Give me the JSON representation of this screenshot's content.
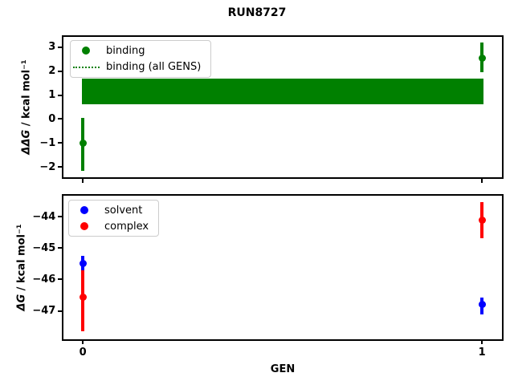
{
  "figure": {
    "title": "RUN8727",
    "xlabel": "GEN",
    "background": "#ffffff"
  },
  "chart_data": [
    {
      "type": "scatter",
      "panel": "top",
      "ylabel_math": "ΔΔG",
      "ylabel_units": " / kcal mol⁻¹",
      "xlim": [
        -0.05,
        1.05
      ],
      "ylim": [
        -2.45,
        3.46
      ],
      "grid": false,
      "x_ticks": [
        {
          "value": 0,
          "label": "0"
        },
        {
          "value": 1,
          "label": "1"
        }
      ],
      "show_x_tick_labels": false,
      "y_ticks": [
        {
          "value": 3,
          "label": "3"
        },
        {
          "value": 2,
          "label": "2"
        },
        {
          "value": 1,
          "label": "1"
        },
        {
          "value": 0,
          "label": "0"
        },
        {
          "value": -1,
          "label": "−1"
        },
        {
          "value": -2,
          "label": "−2"
        }
      ],
      "series": [
        {
          "name": "binding",
          "color": "#008000",
          "marker": "circle",
          "points": [
            {
              "x": 0,
              "y": -1.0,
              "err_lo": -2.15,
              "err_hi": 0.05
            },
            {
              "x": 1,
              "y": 2.55,
              "err_lo": 1.95,
              "err_hi": 3.2
            }
          ]
        }
      ],
      "band": {
        "name": "binding (all GENS)",
        "color": "#008000",
        "x_start": 0,
        "x_end": 1,
        "y_low": 0.62,
        "y_high": 1.7
      },
      "legend": {
        "position": "upper-left",
        "entries": [
          {
            "label": "binding",
            "swatch": "dot",
            "color": "#008000"
          },
          {
            "label": "binding (all GENS)",
            "swatch": "dotted-line",
            "color": "#008000"
          }
        ]
      }
    },
    {
      "type": "scatter",
      "panel": "bottom",
      "ylabel_math": "ΔG",
      "ylabel_units": " / kcal mol⁻¹",
      "xlim": [
        -0.05,
        1.05
      ],
      "ylim": [
        -47.91,
        -43.3
      ],
      "grid": false,
      "x_ticks": [
        {
          "value": 0,
          "label": "0"
        },
        {
          "value": 1,
          "label": "1"
        }
      ],
      "show_x_tick_labels": true,
      "y_ticks": [
        {
          "value": -44,
          "label": "−44"
        },
        {
          "value": -45,
          "label": "−45"
        },
        {
          "value": -46,
          "label": "−46"
        },
        {
          "value": -47,
          "label": "−47"
        }
      ],
      "series": [
        {
          "name": "solvent",
          "color": "#0000ff",
          "marker": "circle",
          "points": [
            {
              "x": 0,
              "y": -45.5,
              "err_lo": -45.76,
              "err_hi": -45.25
            },
            {
              "x": 1,
              "y": -46.8,
              "err_lo": -47.12,
              "err_hi": -46.58
            }
          ]
        },
        {
          "name": "complex",
          "color": "#ff0000",
          "marker": "circle",
          "points": [
            {
              "x": 0,
              "y": -46.55,
              "err_lo": -47.65,
              "err_hi": -45.7
            },
            {
              "x": 1,
              "y": -44.1,
              "err_lo": -44.68,
              "err_hi": -43.55
            }
          ]
        }
      ],
      "legend": {
        "position": "upper-left",
        "entries": [
          {
            "label": "solvent",
            "swatch": "dot",
            "color": "#0000ff"
          },
          {
            "label": "complex",
            "swatch": "dot",
            "color": "#ff0000"
          }
        ]
      }
    }
  ]
}
